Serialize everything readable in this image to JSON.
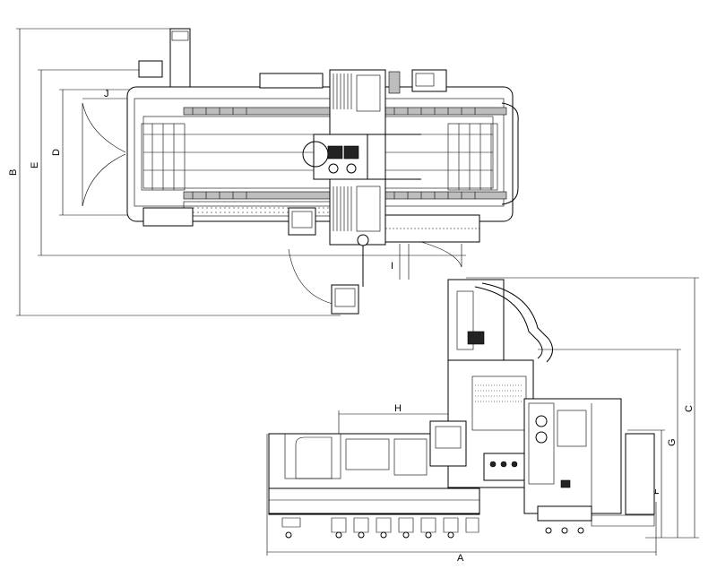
{
  "dimension_labels": {
    "a": "A",
    "b": "B",
    "c": "C",
    "d": "D",
    "e": "E",
    "f": "F",
    "g": "G",
    "h": "H",
    "i": "I",
    "j": "J"
  }
}
